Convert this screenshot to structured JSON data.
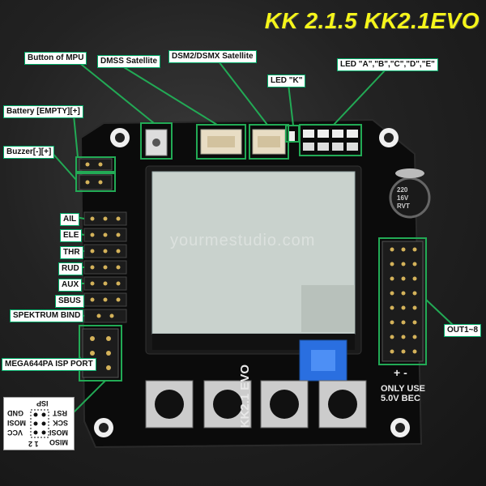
{
  "title": "KK 2.1.5 KK2.1EVO",
  "watermark": "yourmestudio.com",
  "labels": {
    "button_mpu": "Button of MPU",
    "dmss": "DMSS Satellite",
    "dsm2": "DSM2/DSMX Satellite",
    "led_k": "LED \"K\"",
    "led_abcde": "LED \"A\",\"B\",\"C\",\"D\",\"E\"",
    "battery": "Battery [EMPTY][+]",
    "buzzer": "Buzzer[-][+]",
    "ail": "AIL",
    "ele": "ELE",
    "thr": "THR",
    "rud": "RUD",
    "aux": "AUX",
    "sbus": "SBUS",
    "spektrum": "SPEKTRUM BIND",
    "isp_port": "MEGA644PA ISP PORT",
    "out": "OUT1~8"
  },
  "isp": {
    "top": "ISP",
    "rst": "RST",
    "sck": "SCK",
    "mosi_r": "MOSI",
    "gnd_l": "GND",
    "mosi_l": "MOSI",
    "vcc": "VCC",
    "miso": "MISO",
    "pin_nums": "1 2"
  },
  "board_text": {
    "model": "KK2.1 EVO",
    "only_use": "ONLY USE",
    "bec": "5.0V BEC",
    "cap_1": "220",
    "cap_2": "16V",
    "cap_3": "RVT",
    "plus_minus": "+ -"
  },
  "colors": {
    "callout": "#22aa55",
    "title": "#f5f51a",
    "pcb": "#0d0d0d"
  }
}
